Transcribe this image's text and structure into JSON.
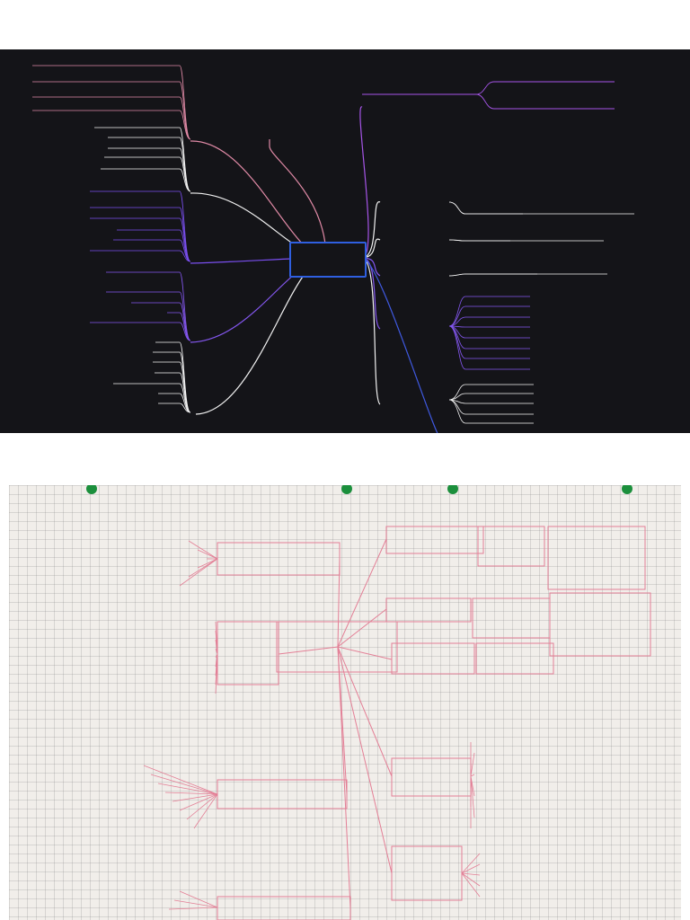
{
  "mindmap": {
    "central": "",
    "items": [
      {
        "t": "",
        "x": 0,
        "y": 0
      }
    ]
  },
  "notebook": {
    "side_labels": {
      "materia": "",
      "fecha": ""
    },
    "central": "",
    "items": [
      {
        "t": "",
        "x": 0,
        "y": 0
      }
    ]
  }
}
